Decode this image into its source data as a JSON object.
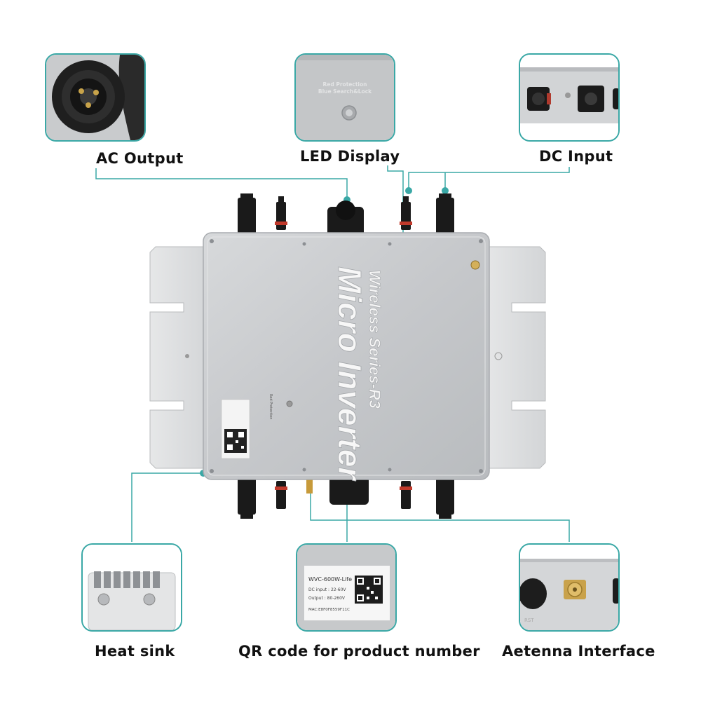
{
  "callouts": {
    "ac_output": "AC Output",
    "led_display": "LED Display",
    "dc_input": "DC Input",
    "heat_sink": "Heat sink",
    "qr_code": "QR code for product number",
    "antenna": "Aetenna Interface"
  },
  "led_inset": {
    "line1": "Red Protection",
    "line2": "Blue Search&Lock"
  },
  "device": {
    "series": "Wireless Series-R3",
    "name": "Micro Inverter"
  },
  "qr_inset": {
    "model": "WVC-600W-Life",
    "dc_input": "DC input : 22-60V",
    "output": "Output : 80-260V",
    "mac": "MAC:E8F0F8559F11C"
  },
  "antenna_inset": {
    "rst": "RST"
  },
  "colors": {
    "accent": "#3aa8a6",
    "metal": "#c9cbce",
    "metal_dark": "#a9acb0"
  }
}
